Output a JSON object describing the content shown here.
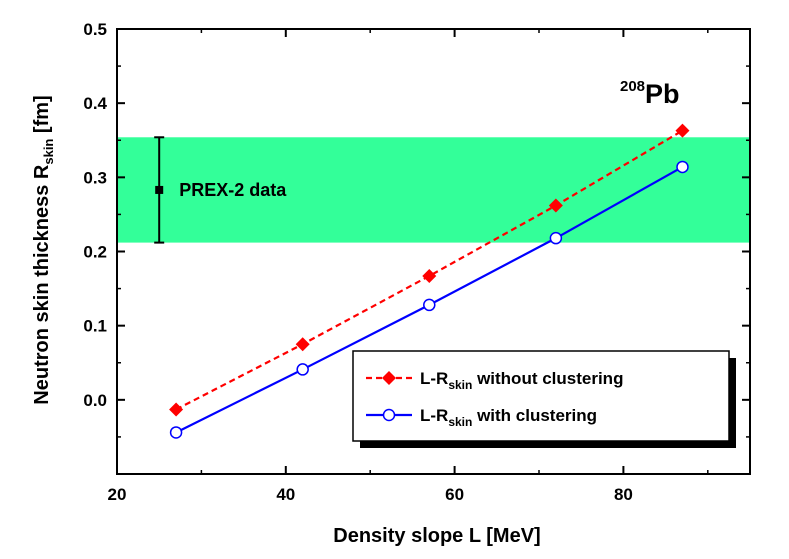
{
  "chart_data": {
    "type": "line",
    "xlabel": "Density slope L [MeV]",
    "ylabel": {
      "main": "Neutron skin thickness R",
      "sub": "skin",
      "unit": " [fm]"
    },
    "xlim": [
      20,
      95
    ],
    "ylim": [
      -0.1,
      0.5
    ],
    "xticks": [
      20,
      40,
      60,
      80
    ],
    "xtick_labels": [
      "20",
      "40",
      "60",
      "80"
    ],
    "yticks": [
      0.0,
      0.1,
      0.2,
      0.3,
      0.4,
      0.5
    ],
    "ytick_labels": [
      "0.0",
      "0.1",
      "0.2",
      "0.3",
      "0.4",
      "0.5"
    ],
    "nucleus": {
      "mass": "208",
      "symbol": "Pb"
    },
    "band": {
      "ymin": 0.212,
      "ymax": 0.354,
      "color": "#33ff99"
    },
    "prex2": {
      "label": "PREX-2 data",
      "x": 25,
      "y": 0.283,
      "err_low": 0.071,
      "err_high": 0.071
    },
    "series": [
      {
        "label": {
          "prefix": "L-R",
          "sub": "skin",
          "suffix": " without    clustering"
        },
        "color": "#ff0000",
        "marker": "diamond",
        "dashed": true,
        "x": [
          27,
          42,
          57,
          72,
          87
        ],
        "y": [
          -0.013,
          0.075,
          0.167,
          0.262,
          0.363
        ]
      },
      {
        "label": {
          "prefix": "L-R",
          "sub": "skin",
          "suffix": " with    clustering"
        },
        "color": "#0000ff",
        "marker": "circle-open",
        "dashed": false,
        "x": [
          27,
          42,
          57,
          72,
          87
        ],
        "y": [
          -0.044,
          0.041,
          0.128,
          0.218,
          0.314
        ]
      }
    ],
    "legend": {
      "position": "bottom-right"
    },
    "grid": false
  }
}
